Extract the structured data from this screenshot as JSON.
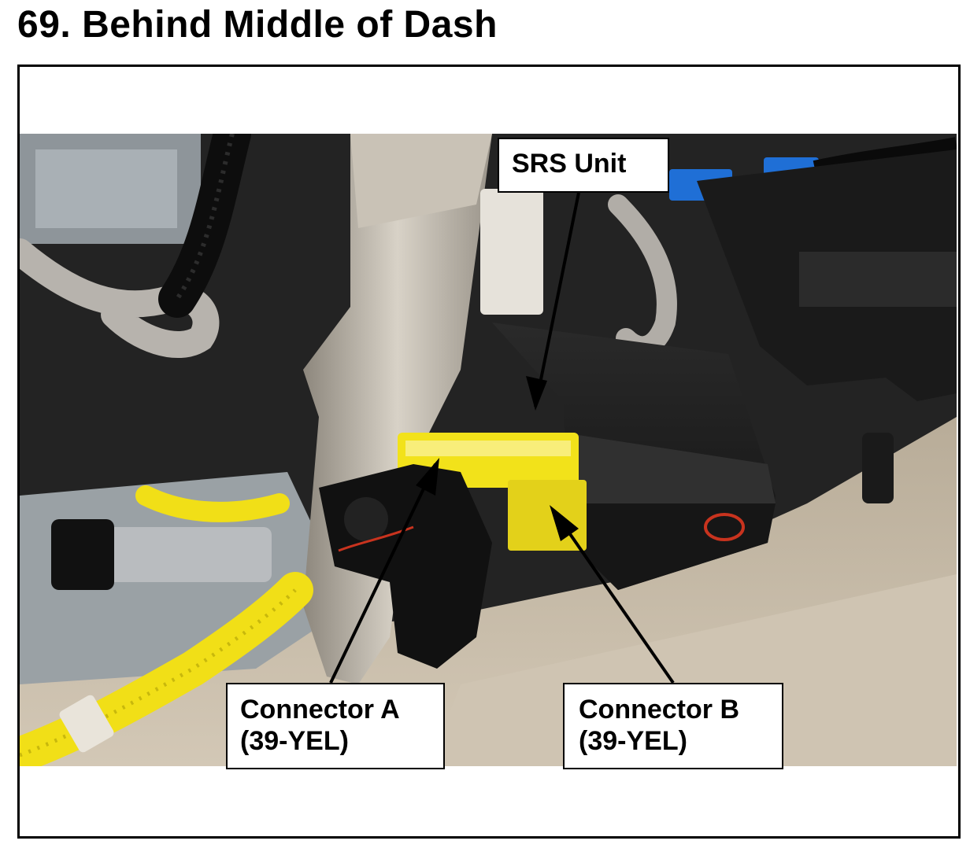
{
  "page": {
    "title": "69.  Behind Middle of Dash"
  },
  "photo": {
    "subject": "Underside of vehicle dashboard with SRS unit and connectors"
  },
  "callouts": {
    "srs_unit": "SRS Unit",
    "connector_a": {
      "line1": "Connector A",
      "line2": "(39-YEL)"
    },
    "connector_b": {
      "line1": "Connector B",
      "line2": "(39-YEL)"
    }
  },
  "colors": {
    "connector_yellow": "#f2e21a",
    "carpet": "#c9bdab",
    "dash_black": "#1c1c1c",
    "bracket_silver": "#b9b2a6",
    "blue_connector": "#1f6fd6"
  }
}
